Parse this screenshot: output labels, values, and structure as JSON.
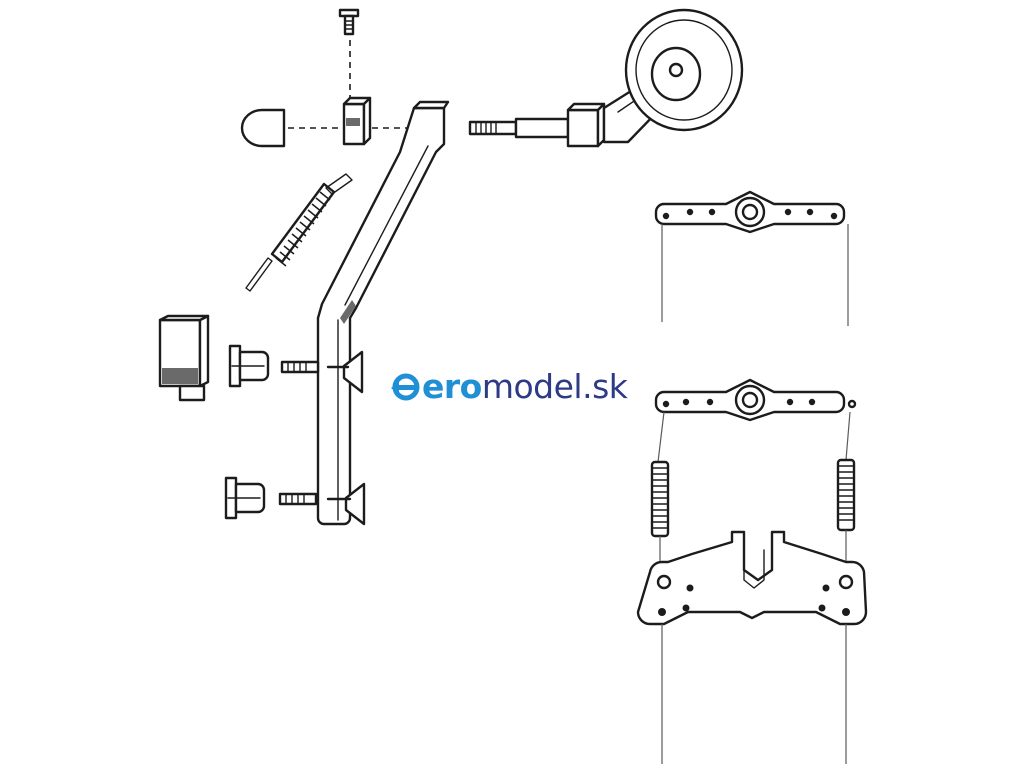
{
  "logo": {
    "accent_text": "ero",
    "rest_text": "model.sk",
    "accent_color": "#1f8fd6",
    "text_color": "#2d3a86"
  },
  "diagram": {
    "line_color": "#1c1c1c",
    "background": "#ffffff",
    "parts": [
      "screw",
      "end-cap",
      "coupling-block",
      "strut-leg",
      "axle-bolt",
      "wheel-fork",
      "wheel",
      "spring",
      "mount-block",
      "bushing-upper",
      "bushing-lower",
      "bolt-upper",
      "bolt-lower",
      "rudder-horn-simple",
      "rudder-horn-with-springs",
      "tail-bracket",
      "control-cables"
    ]
  }
}
